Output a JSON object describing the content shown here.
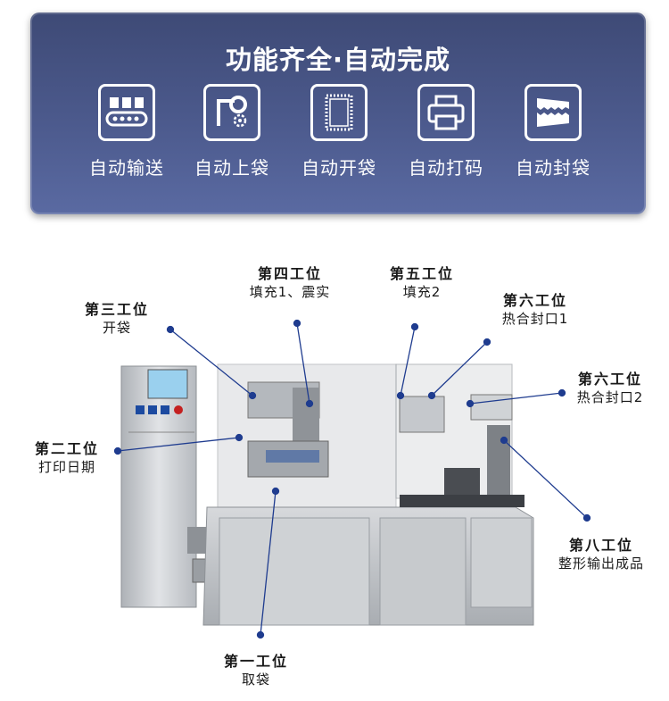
{
  "banner": {
    "title": "功能齐全·自动完成",
    "features": [
      {
        "label": "自动输送",
        "icon": "conveyor-icon"
      },
      {
        "label": "自动上袋",
        "icon": "bag-loading-icon"
      },
      {
        "label": "自动开袋",
        "icon": "bag-opening-icon"
      },
      {
        "label": "自动打码",
        "icon": "printer-icon"
      },
      {
        "label": "自动封袋",
        "icon": "bag-sealing-icon"
      }
    ]
  },
  "stations": [
    {
      "title": "第四工位",
      "sub": "填充1、震实"
    },
    {
      "title": "第五工位",
      "sub": "填充2"
    },
    {
      "title": "第三工位",
      "sub": "开袋"
    },
    {
      "title": "第六工位",
      "sub": "热合封口1"
    },
    {
      "title": "第六工位",
      "sub": "热合封口2"
    },
    {
      "title": "第二工位",
      "sub": "打印日期"
    },
    {
      "title": "第八工位",
      "sub": "整形输出成品"
    },
    {
      "title": "第一工位",
      "sub": "取袋"
    }
  ],
  "colors": {
    "banner": "#4c5a8d",
    "dot": "#1f3c8f",
    "machine": "#c9ccd0"
  }
}
